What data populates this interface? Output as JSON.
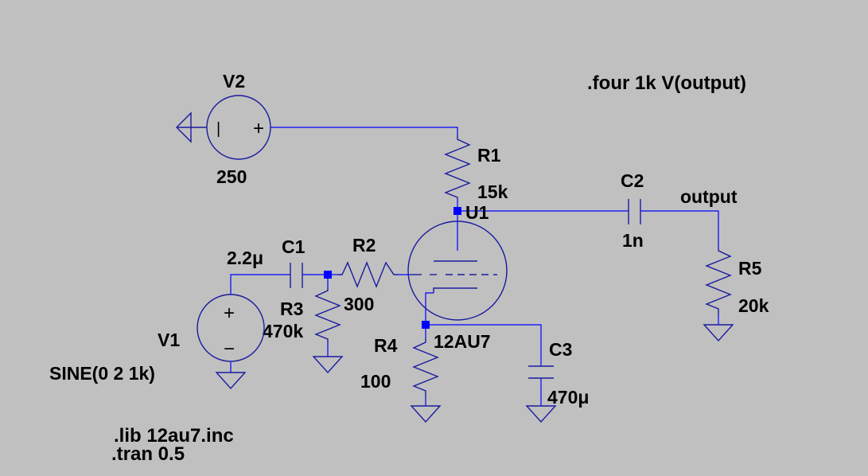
{
  "colors": {
    "background": "#c0c0c0",
    "wire": "#0000ff",
    "symbol": "#1a1aa0",
    "text": "#000000"
  },
  "directives": {
    "four": ".four 1k V(output)",
    "lib": ".lib 12au7.inc",
    "tran": ".tran 0.5"
  },
  "components": {
    "V2": {
      "name": "V2",
      "value": "250"
    },
    "R1": {
      "name": "R1",
      "value": "15k"
    },
    "U1": {
      "name": "U1",
      "value": "12AU7"
    },
    "C2": {
      "name": "C2",
      "value": "1n"
    },
    "R5": {
      "name": "R5",
      "value": "20k"
    },
    "C1": {
      "name": "C1",
      "value": "2.2μ"
    },
    "R2": {
      "name": "R2",
      "value": "300"
    },
    "R3": {
      "name": "R3",
      "value": "470k"
    },
    "V1": {
      "name": "V1",
      "value": "SINE(0 2 1k)"
    },
    "R4": {
      "name": "R4",
      "value": "100"
    },
    "C3": {
      "name": "C3",
      "value": "470μ"
    }
  },
  "nets": {
    "output": "output"
  },
  "symbols": {
    "plus_sign": "+",
    "minus_sign": "−",
    "bar_sign": "|"
  }
}
